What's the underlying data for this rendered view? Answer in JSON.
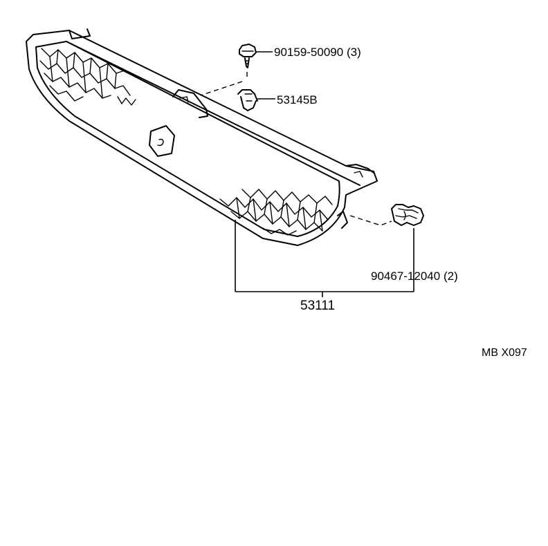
{
  "diagram": {
    "callouts": [
      {
        "id": "screw",
        "part_number": "90159-50090",
        "qty": "(3)"
      },
      {
        "id": "nut",
        "part_number": "53145B",
        "qty": ""
      },
      {
        "id": "clip",
        "part_number": "90467-12040",
        "qty": "(2)"
      }
    ],
    "main_part": "53111",
    "ref_code": "MB X097"
  }
}
